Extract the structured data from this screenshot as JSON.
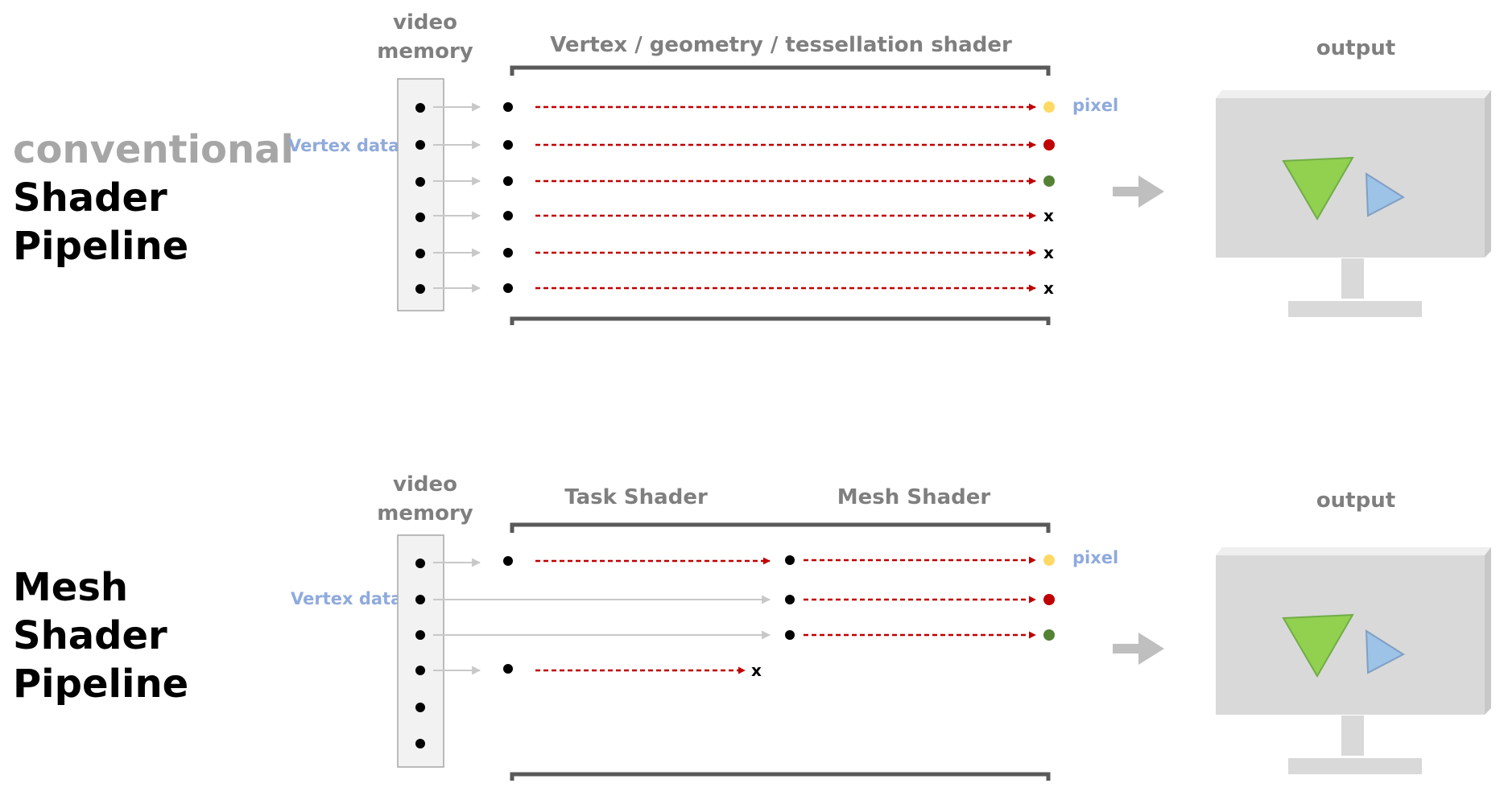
{
  "colors": {
    "arrow_red": "#c00000",
    "arrow_gray": "#c8c8c8",
    "label_gray": "#7f7f7f",
    "label_blue": "#8faadc",
    "bracket": "#595959",
    "pixel_yellow": "#ffd966",
    "pixel_red": "#c00000",
    "pixel_green": "#548235",
    "tri_green": "#92d050",
    "tri_blue": "#9dc3e6",
    "monitor": "#d9d9d9"
  },
  "conventional": {
    "title_line1": "conventional",
    "title_line2": "Shader",
    "title_line3": "Pipeline",
    "memory_line1": "video",
    "memory_line2": "memory",
    "vertex_label": "Vertex data",
    "stage_label": "Vertex / geometry / tessellation shader",
    "pixel_label": "pixel",
    "output_label": "output",
    "cull_mark": "x",
    "vertex_count": 6,
    "results": [
      "yellow",
      "red",
      "green",
      "x",
      "x",
      "x"
    ]
  },
  "mesh": {
    "title_line1": "Mesh",
    "title_line2": "Shader",
    "title_line3": "Pipeline",
    "memory_line1": "video",
    "memory_line2": "memory",
    "vertex_label": "Vertex data",
    "task_label": "Task Shader",
    "mesh_label": "Mesh Shader",
    "pixel_label": "pixel",
    "output_label": "output",
    "cull_mark": "x",
    "vertex_count": 6
  }
}
